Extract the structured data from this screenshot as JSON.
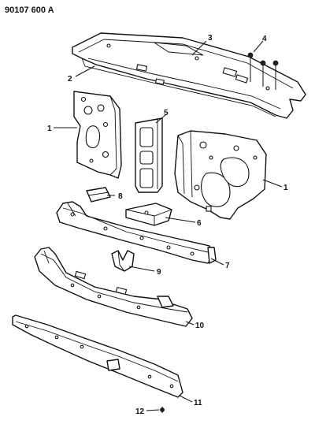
{
  "diagram_code": "90107 600  A",
  "callouts": [
    {
      "id": "c1-left",
      "label": "1"
    },
    {
      "id": "c1-right",
      "label": "1"
    },
    {
      "id": "c2",
      "label": "2"
    },
    {
      "id": "c3",
      "label": "3"
    },
    {
      "id": "c4",
      "label": "4"
    },
    {
      "id": "c5",
      "label": "5"
    },
    {
      "id": "c6",
      "label": "6"
    },
    {
      "id": "c7",
      "label": "7"
    },
    {
      "id": "c8",
      "label": "8"
    },
    {
      "id": "c9",
      "label": "9"
    },
    {
      "id": "c10",
      "label": "10"
    },
    {
      "id": "c11",
      "label": "11"
    },
    {
      "id": "c12",
      "label": "12"
    }
  ]
}
